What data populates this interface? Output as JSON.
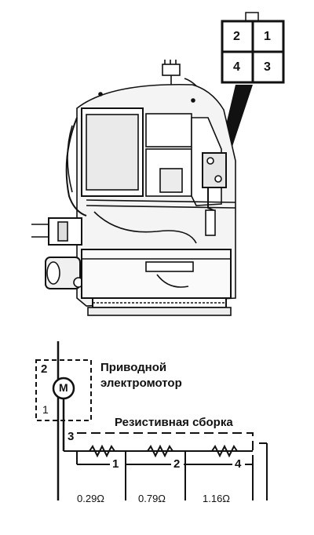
{
  "connector": {
    "pins": [
      "2",
      "1",
      "4",
      "3"
    ]
  },
  "motor": {
    "symbol": "M",
    "label_line1": "Приводной",
    "label_line2": "электромотор",
    "terminal_top": "2",
    "terminal_bottom": "1"
  },
  "resistor": {
    "label": "Резистивная сборка",
    "terminal_main": "3",
    "taps": [
      "1",
      "2",
      "4"
    ],
    "values": [
      "0.29Ω",
      "0.79Ω",
      "1.16Ω"
    ]
  },
  "colors": {
    "ink": "#111111",
    "background": "#ffffff",
    "housing_fill": "#f2f2f2"
  }
}
